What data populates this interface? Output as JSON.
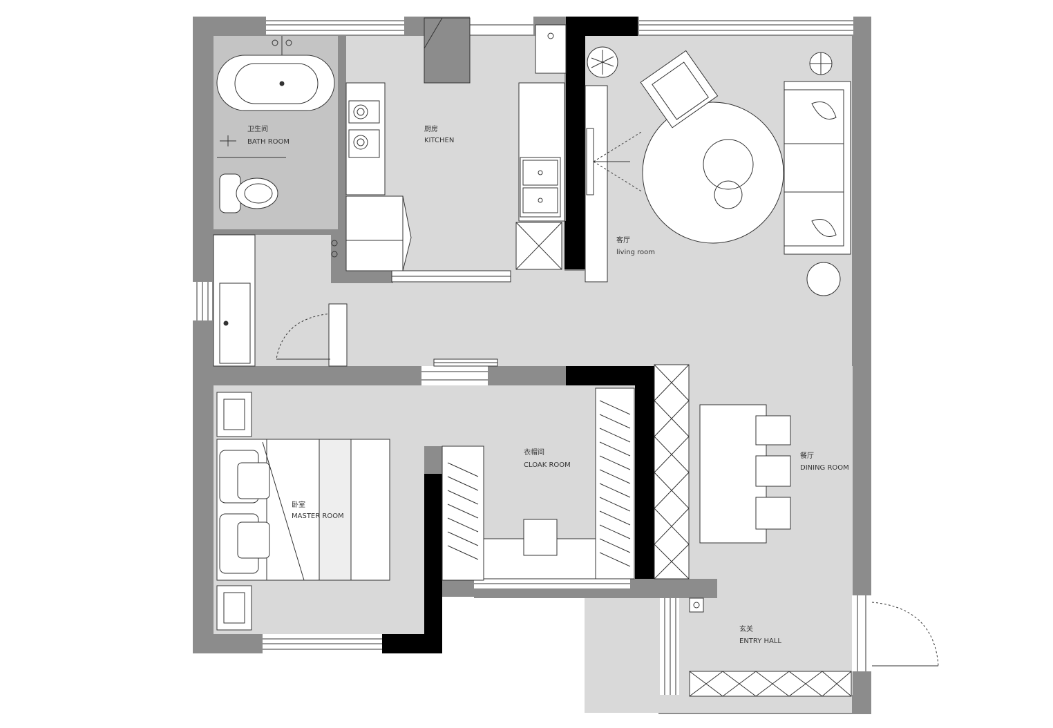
{
  "rooms": {
    "bath": {
      "cn": "卫生间",
      "en": "BATH  ROOM"
    },
    "kitchen": {
      "cn": "厨房",
      "en": "KITCHEN"
    },
    "living": {
      "cn": "客厅",
      "en": "living room"
    },
    "master": {
      "cn": "卧室",
      "en": "MASTER  ROOM"
    },
    "cloak": {
      "cn": "衣帽间",
      "en": "CLOAK ROOM"
    },
    "dining": {
      "cn": "餐厅",
      "en": "DINING ROOM"
    },
    "entry": {
      "cn": "玄关",
      "en": "ENTRY  HALL"
    }
  },
  "colors": {
    "wall": "#8c8c8c",
    "structural": "#000000",
    "floor": "#d9d9d9",
    "floor_wet": "#c4c4c4",
    "furniture": "#ffffff",
    "line": "#333333"
  }
}
